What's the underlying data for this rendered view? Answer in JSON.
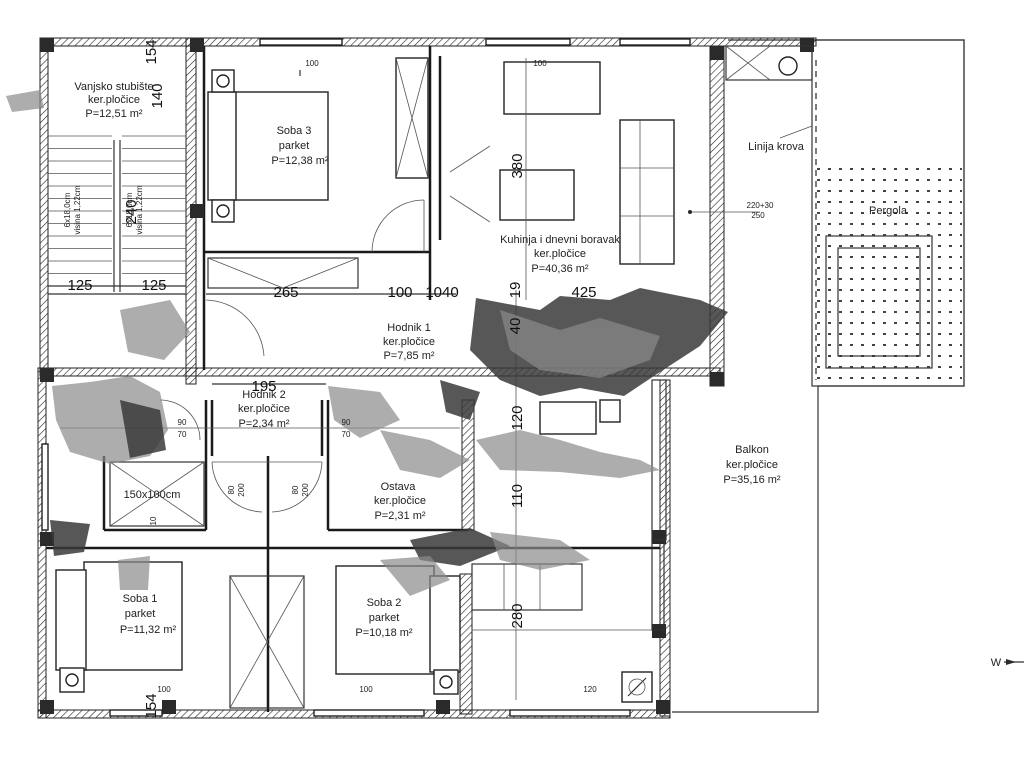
{
  "rooms": {
    "stair": {
      "name": "Vanjsko stubište",
      "floor": "ker.pločice",
      "area": "P=12,51 m²"
    },
    "bed3": {
      "name": "Soba 3",
      "floor": "parket",
      "area": "P=12,38 m²"
    },
    "kitchen": {
      "name": "Kuhinja i dnevni boravak",
      "floor": "ker.pločice",
      "area": "P=40,36 m²"
    },
    "hall1": {
      "name": "Hodnik 1",
      "floor": "ker.pločice",
      "area": "P=7,85 m²"
    },
    "hall2": {
      "name": "Hodnik 2",
      "floor": "ker.pločice",
      "area": "P=2,34 m²"
    },
    "storage": {
      "name": "Ostava",
      "floor": "ker.pločice",
      "area": "P=2,31 m²"
    },
    "bed1": {
      "name": "Soba 1",
      "floor": "parket",
      "area": "P=11,32 m²"
    },
    "bed2": {
      "name": "Soba 2",
      "floor": "parket",
      "area": "P=10,18 m²"
    },
    "balcony": {
      "name": "Balkon",
      "floor": "ker.pločice",
      "area": "P=35,16 m²"
    },
    "pergola": {
      "name": "Pergola"
    },
    "shower": {
      "size": "150x100cm"
    }
  },
  "annotations": {
    "roofline": "Linija krova",
    "stair_note_a": "6x18,0cm",
    "stair_note_b": "visina 1,22cm",
    "stair_note_c": "6x18,0cm",
    "stair_note_d": "visina 1,22cm",
    "compass": "W"
  },
  "dims": {
    "d154": "154",
    "d140": "140",
    "d240": "240",
    "d125a": "125",
    "d125b": "125",
    "d265": "265",
    "d100": "100",
    "d1040": "1040",
    "d19": "19",
    "d425": "425",
    "d40": "40",
    "d380": "380",
    "d195": "195",
    "d120": "120",
    "d110": "110",
    "d280": "280",
    "w220": "220+30",
    "w250": "250",
    "sm100a": "100",
    "sm100b": "100",
    "sm100c": "100",
    "sm100d": "100",
    "sm120": "120",
    "sm90a": "90",
    "sm70a": "70",
    "sm90b": "90",
    "sm70b": "70",
    "sm80a": "80",
    "sm80b": "80",
    "sm200a": "200",
    "sm200b": "200",
    "d10": "10",
    "d154b": "154"
  }
}
